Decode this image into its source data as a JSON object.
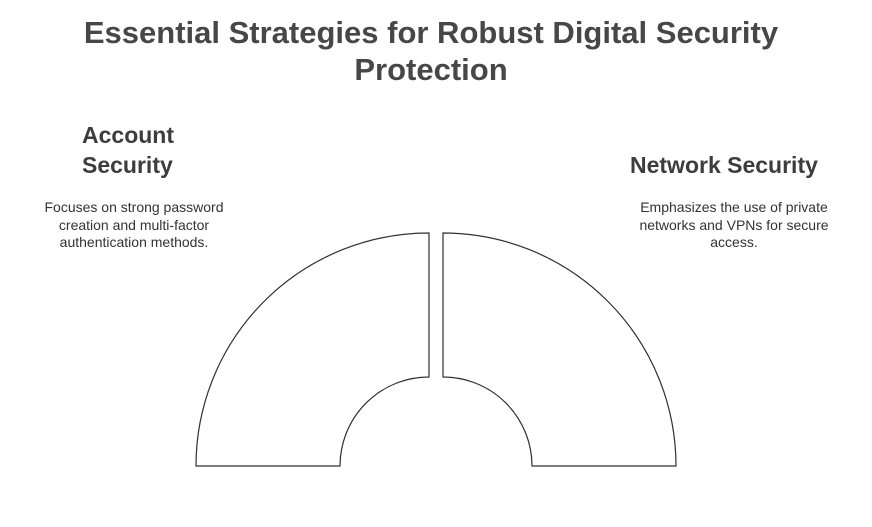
{
  "title": "Essential Strategies for Robust Digital Security Protection",
  "sections": [
    {
      "heading": "Account Security",
      "description": "Focuses on strong password creation and multi-factor authentication methods."
    },
    {
      "heading": "Network Security",
      "description": "Emphasizes the use of private networks and VPNs for secure access."
    }
  ]
}
